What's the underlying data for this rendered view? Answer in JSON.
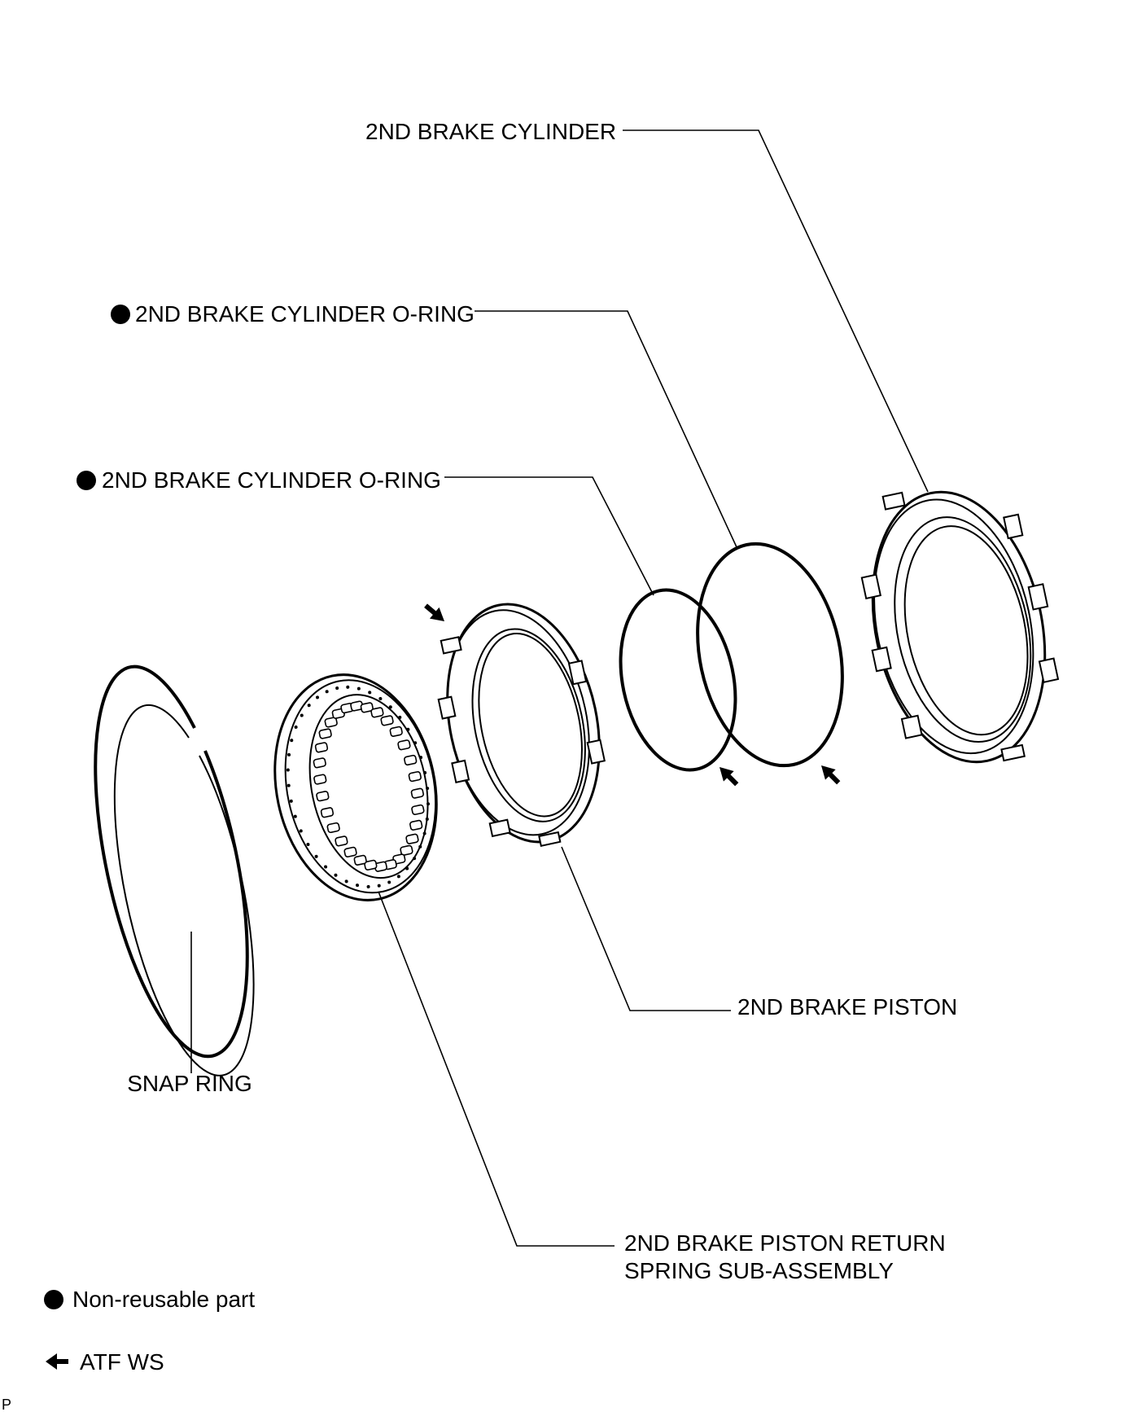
{
  "labels": {
    "brake_cylinder": "2ND BRAKE CYLINDER",
    "o_ring_outer": "2ND BRAKE CYLINDER O-RING",
    "o_ring_inner": "2ND BRAKE CYLINDER O-RING",
    "piston": "2ND BRAKE PISTON",
    "snap_ring": "SNAP RING",
    "return_spring_line1": "2ND BRAKE PISTON RETURN",
    "return_spring_line2": "SPRING SUB-ASSEMBLY"
  },
  "legend": {
    "non_reusable": "Non-reusable part",
    "atf": "ATF WS"
  },
  "corner_mark": "P"
}
